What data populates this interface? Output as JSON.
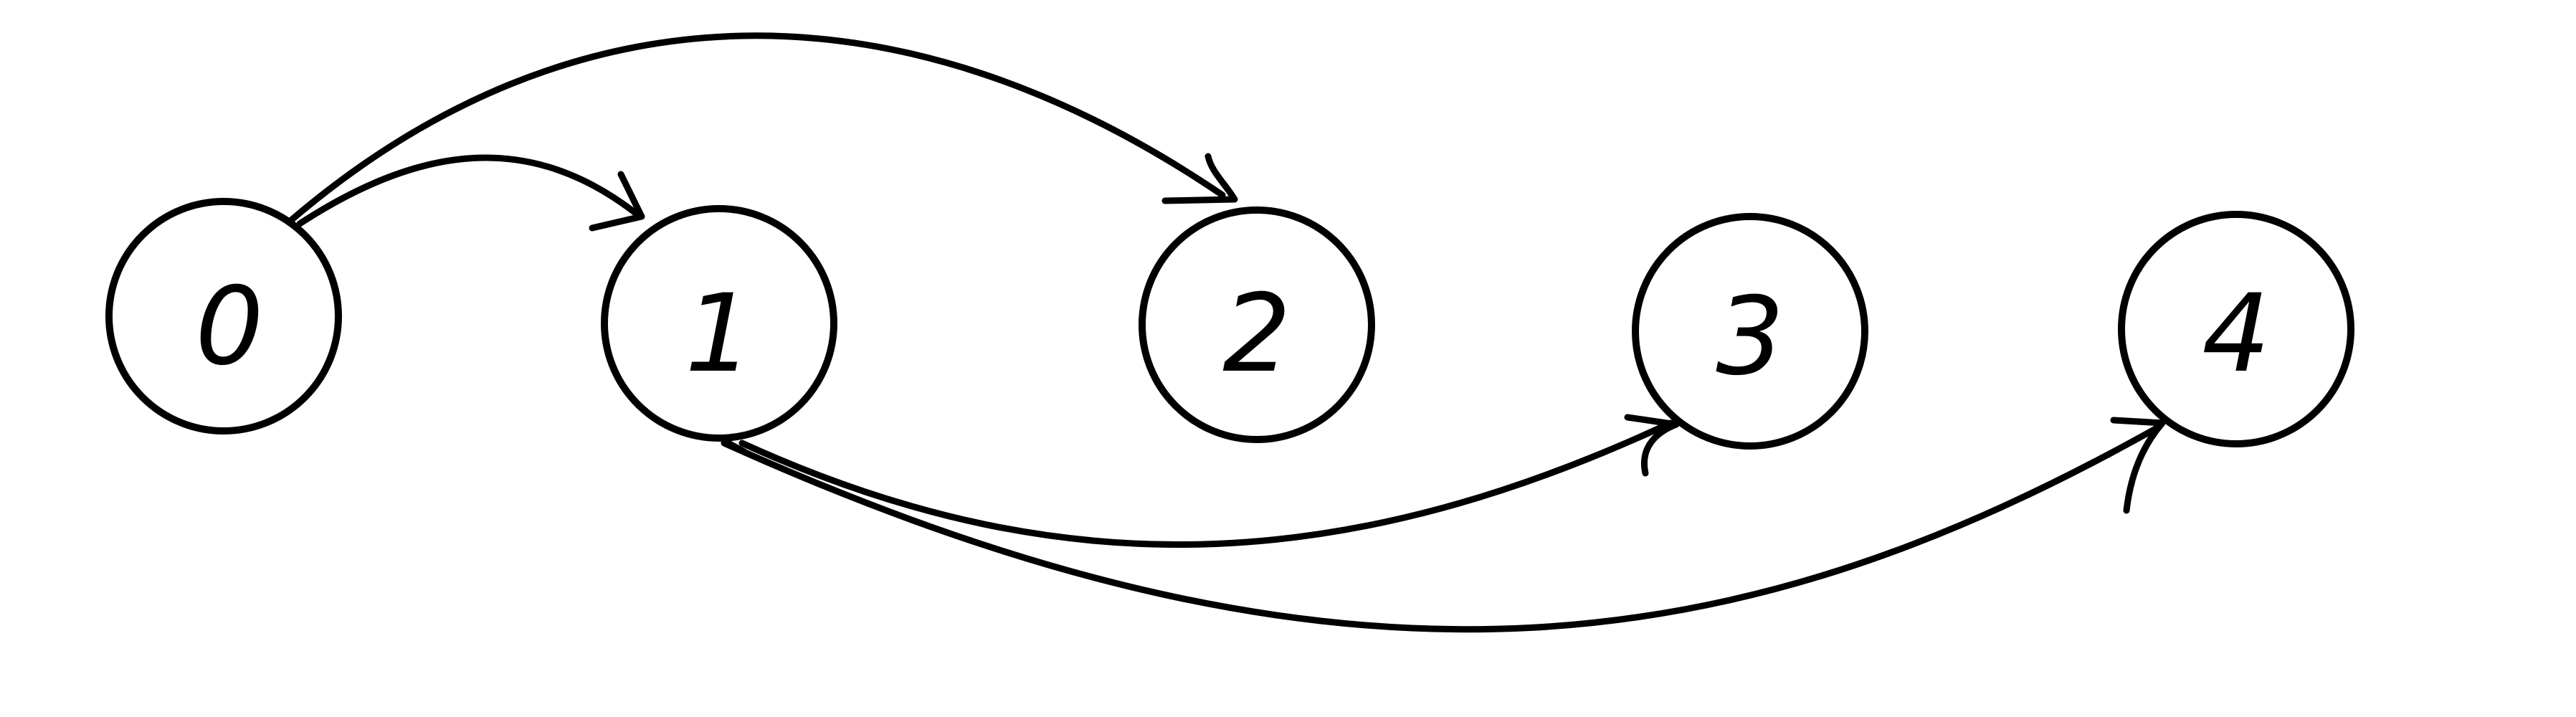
{
  "diagram": {
    "type": "directed-graph",
    "colors": {
      "stroke": "#000000",
      "background": "#ffffff"
    },
    "nodes": [
      {
        "id": "n0",
        "label": "0"
      },
      {
        "id": "n1",
        "label": "1"
      },
      {
        "id": "n2",
        "label": "2"
      },
      {
        "id": "n3",
        "label": "3"
      },
      {
        "id": "n4",
        "label": "4"
      }
    ],
    "edges": [
      {
        "from": "0",
        "to": "1"
      },
      {
        "from": "0",
        "to": "2"
      },
      {
        "from": "1",
        "to": "3"
      },
      {
        "from": "1",
        "to": "4"
      }
    ]
  }
}
